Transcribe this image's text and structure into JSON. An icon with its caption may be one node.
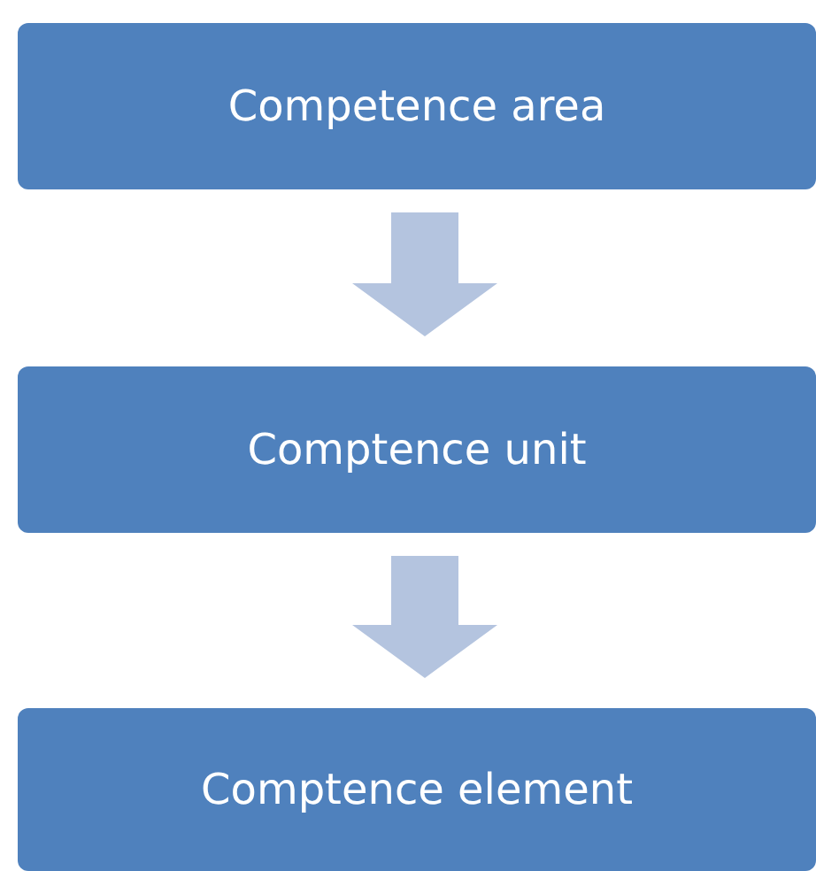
{
  "diagram": {
    "nodes": [
      {
        "text": [
          "Competence area"
        ]
      },
      {
        "text": [
          "Comptence unit"
        ]
      },
      {
        "text": [
          "Comptence element"
        ]
      }
    ],
    "edges": [
      {
        "from": 0,
        "to": 1,
        "arrow": "to"
      },
      {
        "from": 1,
        "to": 2,
        "arrow": "to"
      }
    ]
  }
}
